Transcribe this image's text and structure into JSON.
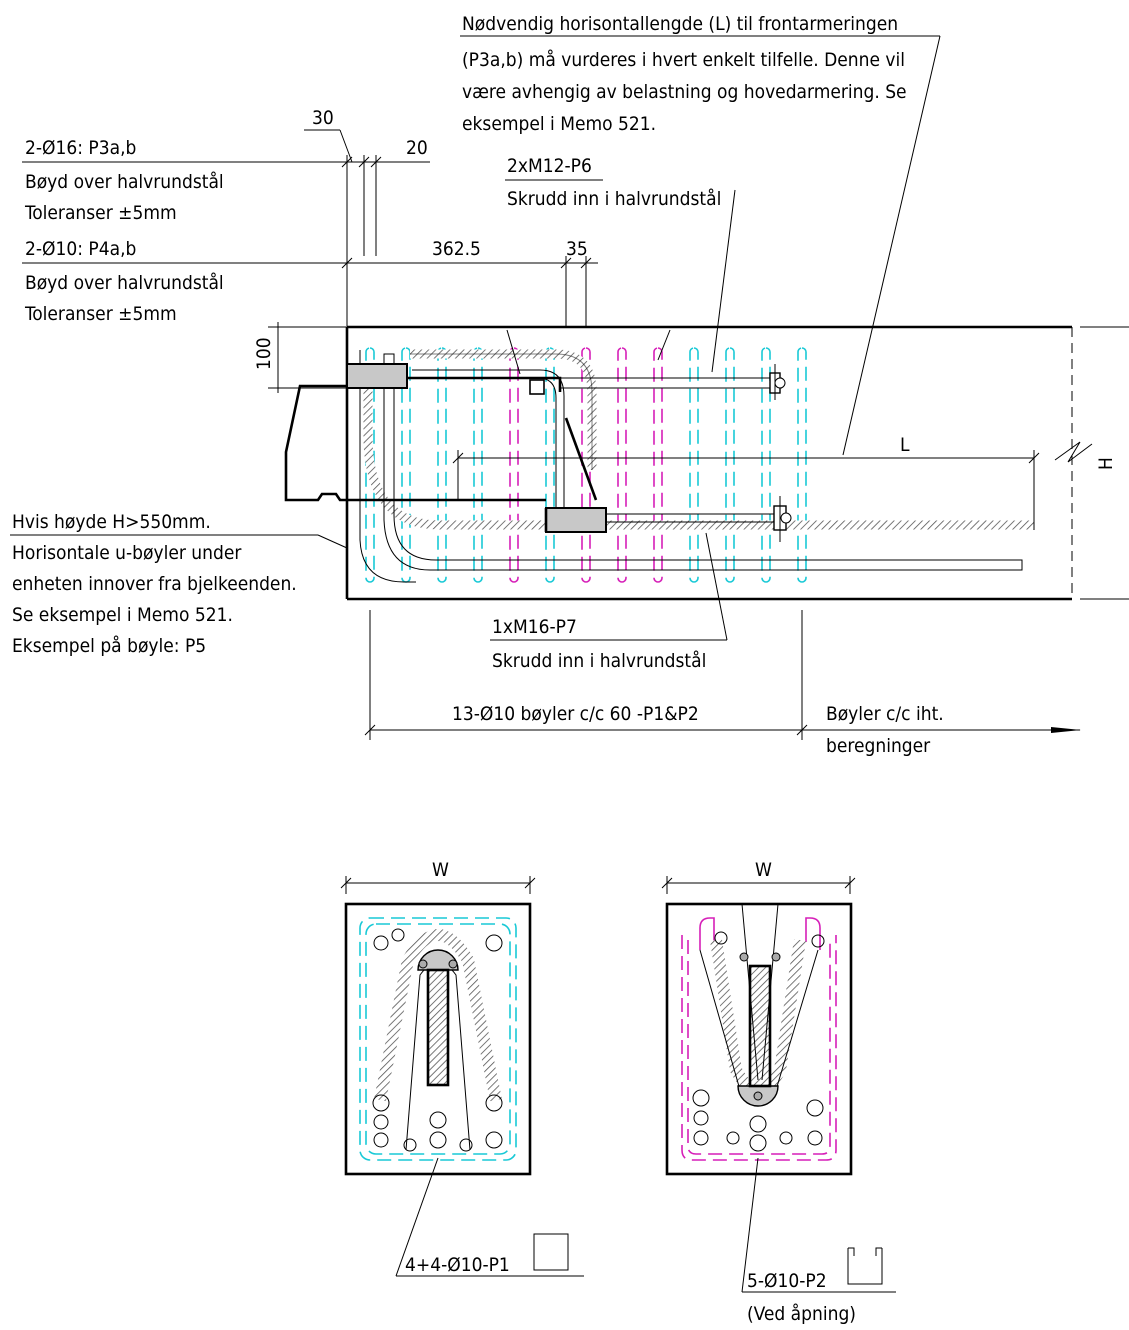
{
  "notes": {
    "frontarmering": [
      "Nødvendig horisontallengde (L) til frontarmeringen",
      "(P3a,b) må vurderes i hvert enkelt tilfelle. Denne vil",
      "være avhengig av belastning og hovedarmering. Se",
      "eksempel i Memo 521."
    ],
    "p3_title": "2-Ø16: P3a,b",
    "p3_desc": [
      "Bøyd over halvrundstål",
      "Toleranser ±5mm"
    ],
    "p4_title": "2-Ø10: P4a,b",
    "p4_desc": [
      "Bøyd over halvrundstål",
      "Toleranser ±5mm"
    ],
    "p6_title": "2xM12-P6",
    "p6_desc": "Skrudd inn i halvrundstål",
    "p7_title": "1xM16-P7",
    "p7_desc": "Skrudd inn i halvrundstål",
    "hoyde": [
      "Hvis høyde H>550mm.",
      "Horisontale u-bøyler under",
      "enheten innover fra bjelkeenden.",
      "Se eksempel i Memo 521.",
      "Eksempel på bøyle: P5"
    ],
    "boyler_left": "13-Ø10 bøyler c/c 60 -P1&P2",
    "boyler_right": [
      "Bøyler c/c iht.",
      "beregninger"
    ]
  },
  "dimensions": {
    "d30": "30",
    "d20": "20",
    "d362": "362.5",
    "d35": "35",
    "d100": "100",
    "L": "L",
    "H": "H",
    "W1": "W",
    "W2": "W"
  },
  "sections": {
    "left_label": "4+4-Ø10-P1",
    "right_label": "5-Ø10-P2",
    "right_sub": "(Ved åpning)"
  },
  "colors": {
    "stirrup_p1": "#19c9d6",
    "stirrup_p2": "#d61fb8",
    "outline": "#000000"
  }
}
